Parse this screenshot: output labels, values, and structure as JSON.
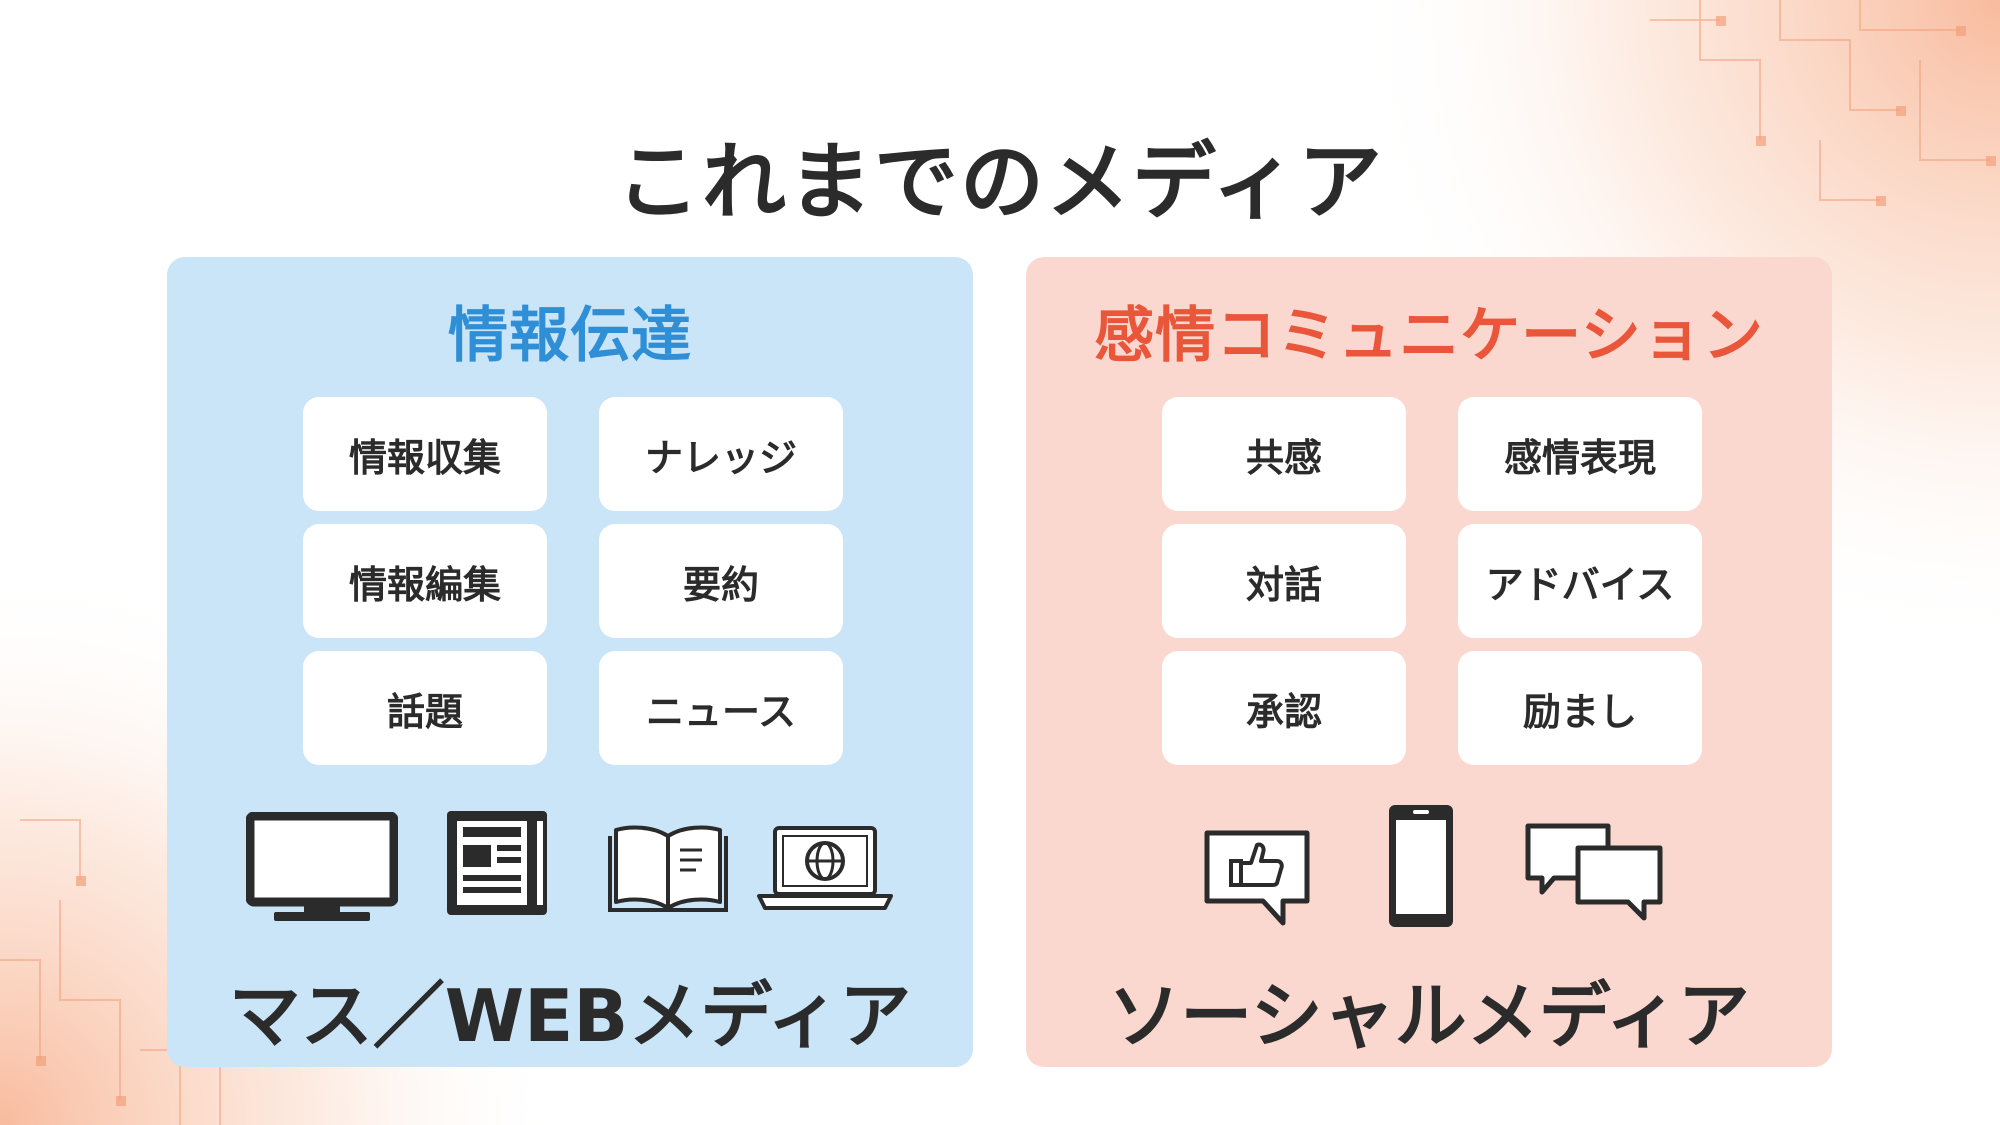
{
  "title": "これまでのメディア",
  "colors": {
    "left_panel_bg": "#cae4f8",
    "left_accent": "#2f8fd6",
    "right_panel_bg": "#fbd8cf",
    "right_accent": "#e9563a",
    "background_decoration": "#f6a57e"
  },
  "left_panel": {
    "heading": "情報伝達",
    "items": [
      "情報収集",
      "ナレッジ",
      "情報編集",
      "要約",
      "話題",
      "ニュース"
    ],
    "icons": [
      "tv-monitor-icon",
      "newspaper-icon",
      "open-book-icon",
      "laptop-globe-icon"
    ],
    "footer": "マス／WEBメディア"
  },
  "right_panel": {
    "heading": "感情コミュニケーション",
    "items": [
      "共感",
      "感情表現",
      "対話",
      "アドバイス",
      "承認",
      "励まし"
    ],
    "icons": [
      "thumbs-up-message-icon",
      "smartphone-icon",
      "chat-bubbles-icon"
    ],
    "footer": "ソーシャルメディア"
  }
}
